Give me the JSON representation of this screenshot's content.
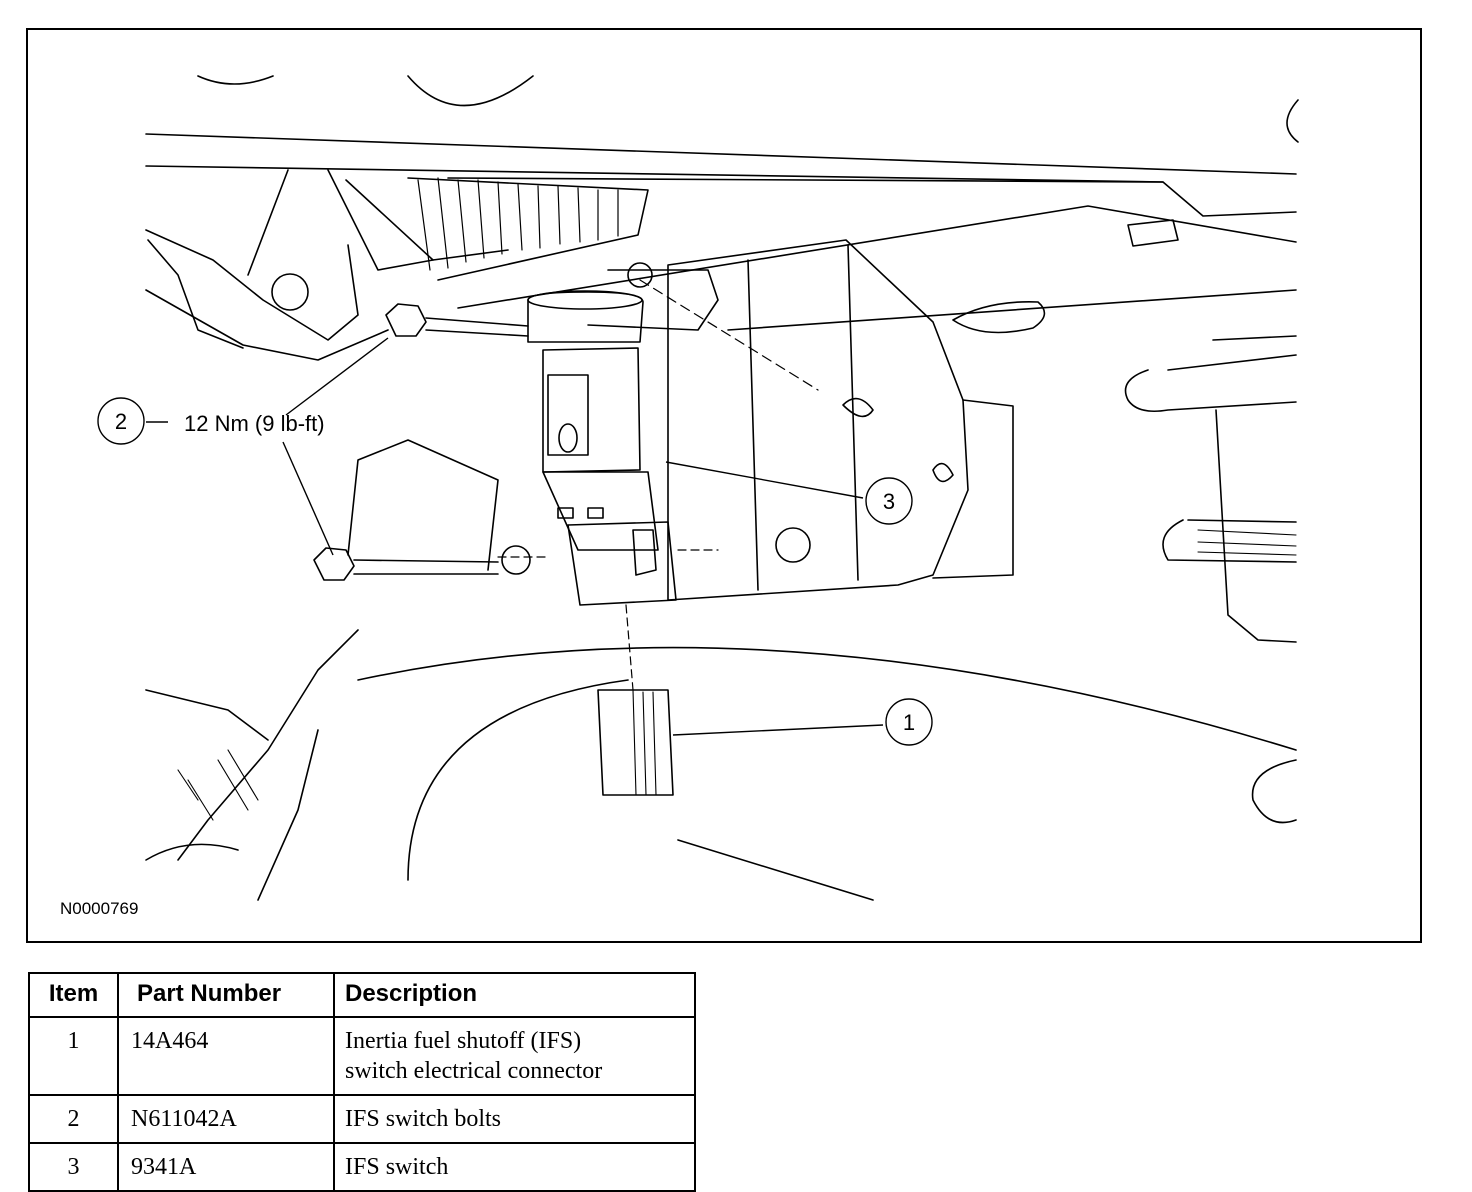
{
  "figure": {
    "figure_id": "N0000769",
    "callouts": [
      {
        "number": "1"
      },
      {
        "number": "2",
        "label": "12 Nm (9 lb-ft)"
      },
      {
        "number": "3"
      }
    ]
  },
  "table": {
    "headers": {
      "item": "Item",
      "part_number": "Part Number",
      "description": "Description"
    },
    "rows": [
      {
        "item": "1",
        "part_number": "14A464",
        "description_line1": "Inertia fuel shutoff (IFS)",
        "description_line2": "switch electrical connector"
      },
      {
        "item": "2",
        "part_number": "N611042A",
        "description_line1": "IFS switch bolts",
        "description_line2": ""
      },
      {
        "item": "3",
        "part_number": "9341A",
        "description_line1": "IFS switch",
        "description_line2": ""
      }
    ]
  }
}
